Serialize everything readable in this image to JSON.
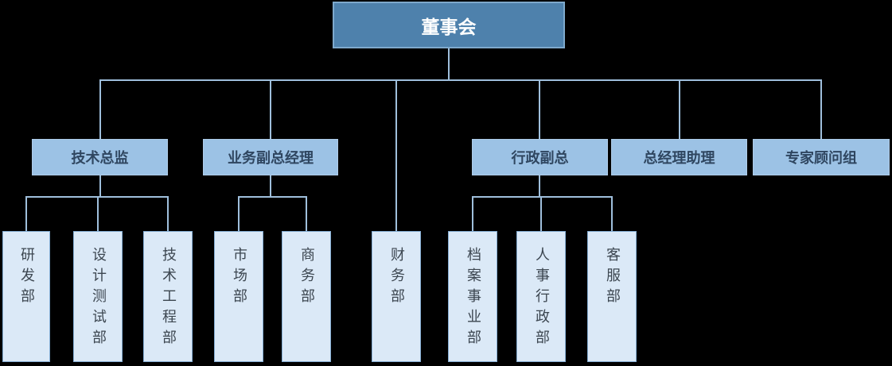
{
  "org_chart": {
    "title": "organization-chart",
    "root": {
      "label": "董事会"
    },
    "level2": [
      {
        "label": "技术总监",
        "children": [
          "研发部",
          "设计测试部",
          "技术工程部"
        ]
      },
      {
        "label": "业务副总经理",
        "children": [
          "市场部",
          "商务部"
        ]
      },
      {
        "label": "行政副总",
        "children": [
          "档案事业部",
          "人事行政部",
          "客服部"
        ]
      },
      {
        "label": "总经理助理",
        "children": []
      },
      {
        "label": "专家顾问组",
        "children": []
      }
    ],
    "root_direct_children": [
      "财务部"
    ],
    "level3": [
      "研发部",
      "设计测试部",
      "技术工程部",
      "市场部",
      "商务部",
      "财务部",
      "档案事业部",
      "人事行政部",
      "客服部"
    ]
  },
  "colors": {
    "background": "#000000",
    "root_fill": "#4E81AC",
    "root_border": "#7EA9CC",
    "root_text": "#FFFFFF",
    "level2_fill": "#9CC2E5",
    "level2_text": "#2F4660",
    "level3_fill": "#DBE9F7",
    "level3_border": "#85AED4",
    "level3_text": "#3C4650",
    "connector": "#9FBFDC"
  }
}
